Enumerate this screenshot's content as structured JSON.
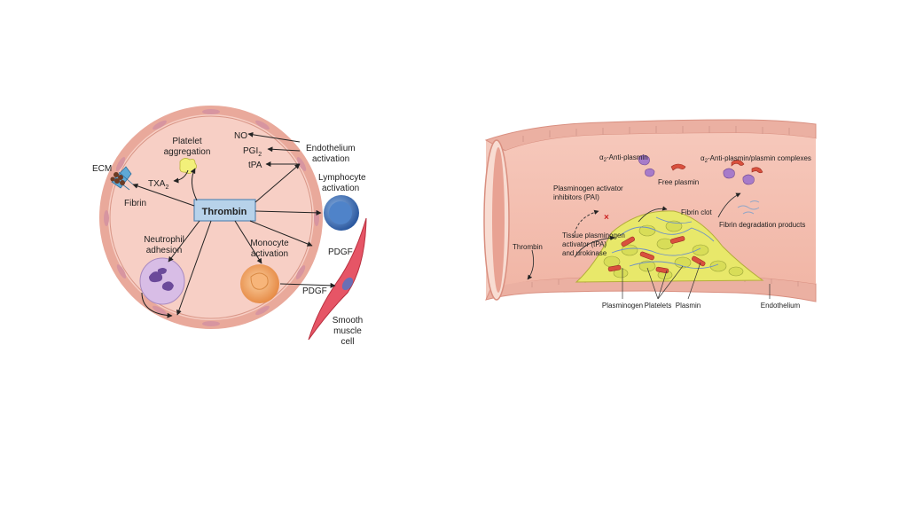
{
  "left_diagram": {
    "center": "Thrombin",
    "labels": {
      "ecm": "ECM",
      "fibrin": "Fibrin",
      "platelet_line1": "Platelet",
      "platelet_line2": "aggregation",
      "txa2_main": "TXA",
      "txa2_sub": "2",
      "no": "NO",
      "pgi2_main": "PGI",
      "pgi2_sub": "2",
      "tpa": "tPA",
      "endothelium_line1": "Endothelium",
      "endothelium_line2": "activation",
      "lymphocyte_line1": "Lymphocyte",
      "lymphocyte_line2": "activation",
      "neutrophil_line1": "Neutrophil",
      "neutrophil_line2": "adhesion",
      "monocyte_line1": "Monocyte",
      "monocyte_line2": "activation",
      "pdgf_top": "PDGF",
      "pdgf_bottom": "PDGF",
      "smooth_line1": "Smooth",
      "smooth_line2": "muscle",
      "smooth_line3": "cell"
    }
  },
  "right_diagram": {
    "labels": {
      "alpha_antiplasmin_greek": "α",
      "alpha_antiplasmin_sub": "2",
      "alpha_antiplasmin_rest": "-Anti-plasmin",
      "complexes_greek": "α",
      "complexes_sub": "2",
      "complexes_rest": "-Anti-plasmin/plasmin complexes",
      "free_plasmin": "Free plasmin",
      "pai_line1": "Plasminogen activator",
      "pai_line2": "inhibitors (PAI)",
      "fibrin_clot": "Fibrin clot",
      "fibrin_degradation": "Fibrin degradation products",
      "tpa_line1": "Tissue plasminogen",
      "tpa_line2": "activator (tPA)",
      "tpa_line3": "and urokinase",
      "thrombin": "Thrombin",
      "plasminogen": "Plasminogen",
      "platelets": "Platelets",
      "plasmin": "Plasmin",
      "endothelium": "Endothelium"
    }
  },
  "colors": {
    "cell_fill": "#f6cdc4",
    "cell_border": "#e8a597",
    "endothelial_cell": "#f3c2b6",
    "nucleus": "#cf8f9a",
    "thrombin_box": "#a8c8e4",
    "lymphocyte": "#3b6cb3",
    "monocyte": "#f09a55",
    "neutrophil": "#c9a8d8",
    "smooth_muscle": "#e0485a",
    "platelet_yellow": "#e8e85a",
    "plasmin_red": "#d94a3a",
    "antiplasmin_purple": "#9a6ab8"
  }
}
